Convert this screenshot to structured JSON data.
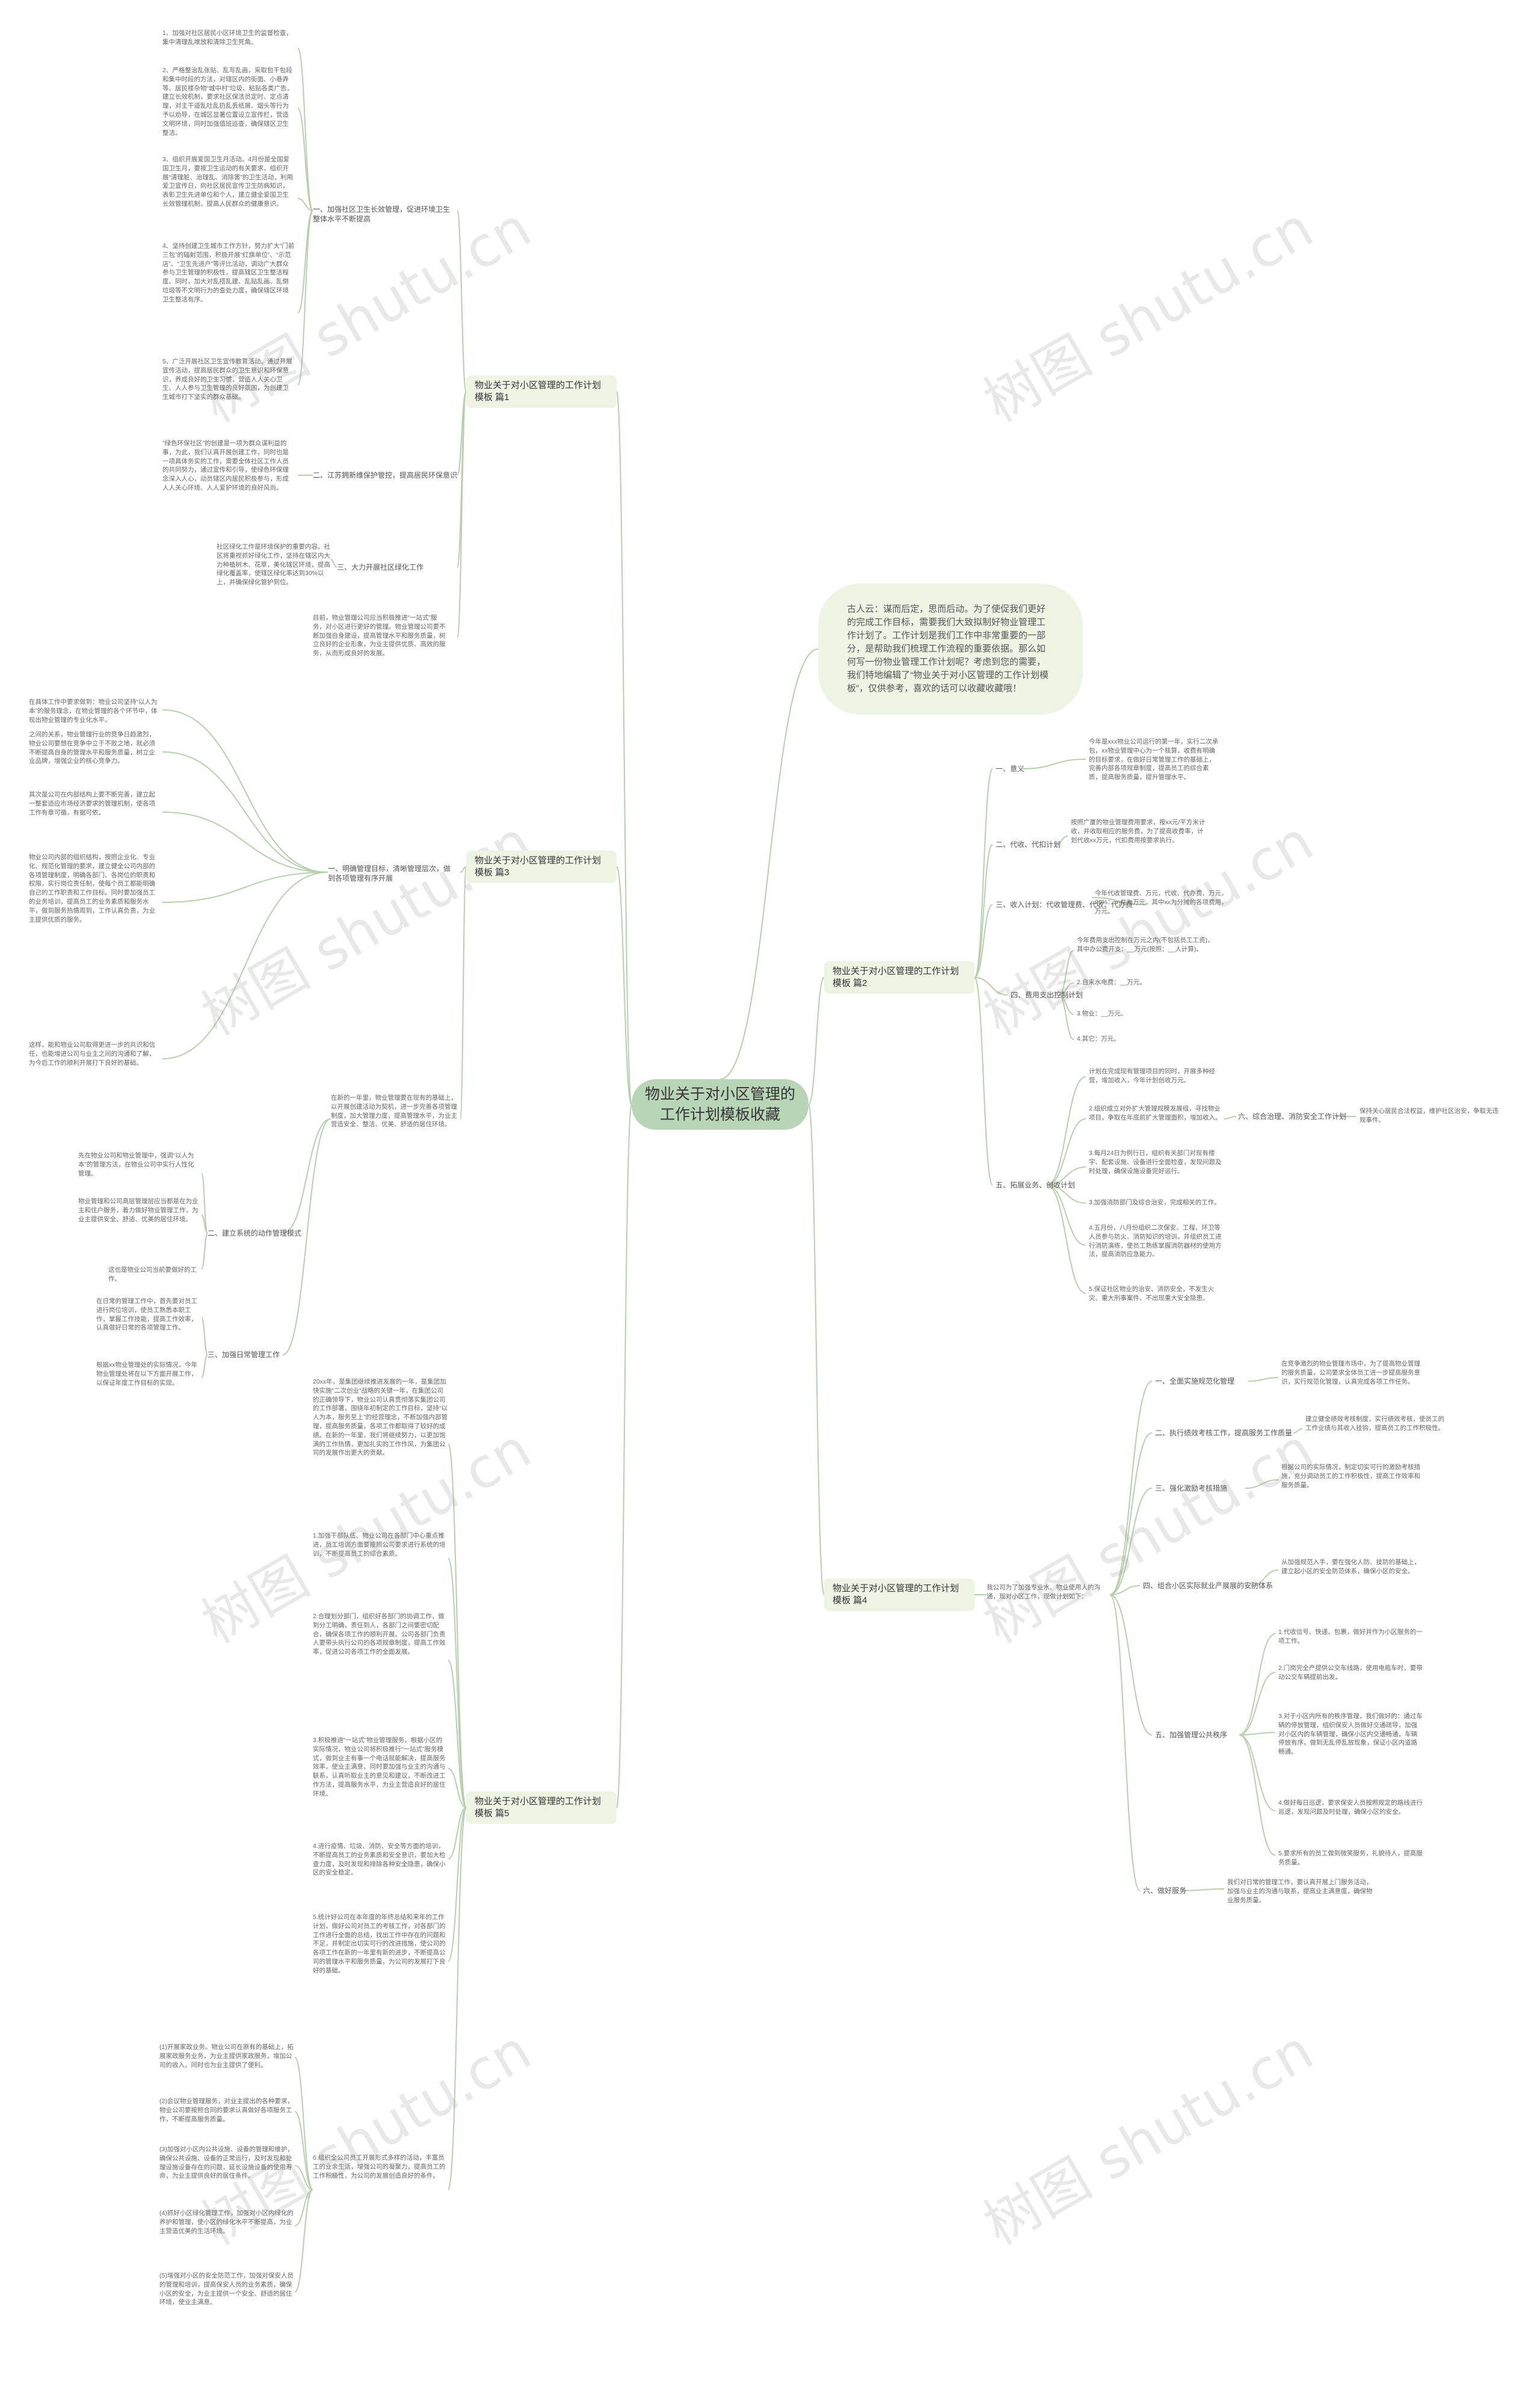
{
  "root": "物业关于对小区管理的工作计划模板收藏",
  "intro": "古人云：谋而后定，思而后动。为了使促我们更好的完成工作目标，需要我们大致拟制好物业管理工作计划了。工作计划是我们工作中非常重要的一部分，是帮助我们梳理工作流程的重要依据。那么如何写一份物业管理工作计划呢？考虑到您的需要，我们特地编辑了“物业关于对小区管理的工作计划模板”，仅供参考，喜欢的话可以收藏收藏哦！",
  "watermark": "树图 shutu.cn",
  "branches": {
    "p1": "物业关于对小区管理的工作计划模板 篇1",
    "p2": "物业关于对小区管理的工作计划模板 篇2",
    "p3": "物业关于对小区管理的工作计划模板 篇3",
    "p4": "物业关于对小区管理的工作计划模板 篇4",
    "p5": "物业关于对小区管理的工作计划模板 篇5"
  },
  "p1": {
    "l1": "一、加强社区卫生长效管理，促进环境卫生整体水平不断提高",
    "l2": "二、江苏拥新维保护管控，提高居民环保意识",
    "l3": "三、大力开展社区绿化工作",
    "t1": "1、加强对社区居民小区环境卫生的监督检查，集中清理乱堆放和清除卫生死角。",
    "t2": "2、严格整治乱张贴、乱写乱画，采取包干包段和集中时段的方法，对辖区内的街面、小巷弄等、居民楼杂物“城中村”垃圾、粘贴各类广告，建立长效机制，要求社区保洁员定时、定点清理，对主干道乱吐乱扔乱丢纸屑、烟头等行为予以劝导，在城区显著位置设立宣传栏，营造文明环境，同时加强值班巡查，确保辖区卫生整洁。",
    "t3": "3、组织开展爱国卫生月活动。4月份是全国爱国卫生月，要按卫生运动的有关要求，组织开展“清理脏、治理乱、消除害”的卫生活动，利用爱卫宣传日，向社区居民宣传卫生防病知识，表彰卫生先进单位和个人，建立健全爱国卫生长效管理机制，提高人民群众的健康意识。",
    "t4": "4、坚持创建卫生城市工作方针，努力扩大“门前三包”的辐射范围，积极开展“红旗单位”、“示范店”、“卫生先进户”等评比活动，调动广大群众参与卫生管理的积极性，提高辖区卫生整洁程度。同时，加大对乱搭乱建、乱贴乱画、乱倒垃圾等不文明行为的查处力度，确保辖区环境卫生整洁有序。",
    "t5": "5、广泛开展社区卫生宣传教育活动。通过开展宣传活动，提高居民群众的卫生意识和环保意识，养成良好的卫生习惯，营造人人关心卫生、人人参与卫生管理的良好氛围，为创建卫生城市打下坚实的群众基础。",
    "t6": "“绿色环保社区”的创建是一项为群众谋利益的事，为此，我们认真开展创建工作，同时也是一项具体务实的工作，需要全体社区工作人员的共同努力，通过宣传和引导，使绿色环保理念深入人心，动员辖区内居民积极参与，形成人人关心环境、人人爱护环境的良好风尚。",
    "t7": "社区绿化工作是环境保护的重要内容。社区将重视抓好绿化工作，坚持在辖区内大力种植树木、花草，美化辖区环境，提高绿化覆盖率，使辖区绿化率达到30%以上，并确保绿化管护到位。",
    "t8": "目前，物业管理公司应当积极推进“一站式”服务，对小区进行更好的管理。物业管理公司要不断加强自身建设，提高管理水平和服务质量，树立良好的企业形象，为业主提供优质、高效的服务，从而形成良好的发展。"
  },
  "p2": {
    "l1": "一、意义",
    "l2": "二、代收、代扣计划",
    "l3": "三、收入计划：代收管理费、代收、代办费",
    "l4": "四、费用支出控制计划",
    "l5": "五、拓展业务、创收计划",
    "l6": "六、综合治理、消防安全工作计划",
    "t1": "今年是xxx物业公司运行的第一年，实行二次承包，xx物业管理中心为一个核算，收费有明确的目标要求，在做好日常管理工作的基础上，完善内部各项规章制度，提高员工的综合素质，提高服务质量，提升管理水平。",
    "t2": "按照广厦的物业管理费用要求，按xx元/平方米计收，并收取相应的服务费，为了提高收费率，计划代收xx万元，代扣费用按要求执行。",
    "t3": "今年代收管理费、万元，代收、代办费、万元，20%：一共为万元，其中xx为分摊的各项费用，万元。",
    "t4": "今年费用支出控制在万元之内(不包括员工工资)，其中办公费开支：__万元(按照：__人计算)。",
    "t5": "2.自来水电费：__万元。",
    "t6": "3.物业：__万元。",
    "t7": "4.其它：万元。",
    "t8": "计划在完成现有管理项目的同时，开展多种经营，增加收入，今年计划创收万元。",
    "t9": "2.组织成立对外扩大管理规模发展组，寻找物业项目，争取在年底前扩大管理面积，增加收入。",
    "t10": "3.每月24日为例行日，组织有关部门对现有楼宇、配套设施、设备进行全面检查，发现问题及时处理，确保设施设备完好运行。",
    "t11": "3.加强消防部门及综合治安，完成相关的工作。",
    "t12": "4.五月份，八月份组织二次保安、工程、环卫等人员参与防火、消防知识的培训，并组织员工进行消防演练，使员工熟练掌握消防器材的使用方法，提高消防应急能力。",
    "t13": "5.保证社区物业的治安、消防安全，不发生火灾、重大刑事案件、不出现重大安全隐患。",
    "t14": "保持关心居民合法权益，维护社区治安，争取无违规事件。"
  },
  "p3": {
    "l1": "一、明确管理目标，清晰管理层次，做到各项管理有序开展",
    "l2": "二、建立系统的动作管理模式",
    "l3": "三、加强日常管理工作",
    "l4": "在新的一年里，物业管理要在现有的基础上，以开展创建活动为契机，进一步完善各项管理制度，加大管理力度，提高管理水平，为业主营造安全、整洁、优美、舒适的居住环境。",
    "t1": "在具体工作中要求做到：物业公司坚持“以人为本”的服务理念，在物业管理的各个环节中，体现出物业管理的专业化水平。",
    "t2": "之间的关系，物业管理行业的竞争日趋激烈，物业公司要想在竞争中立于不败之地，就必须不断提高自身的管理水平和服务质量，树立企业品牌，增强企业的核心竞争力。",
    "t3": "其次是公司在内部结构上要不断完善，建立起一整套适应市场经济要求的管理机制，使各项工作有章可循，有据可依。",
    "t4": "物业公司内部的组织结构，按照企业化、专业化、规范化管理的要求，建立健全公司内部的各项管理制度，明确各部门、各岗位的职责和权限，实行岗位责任制，使每个员工都能明确自己的工作职责和工作目标。同时要加强员工的业务培训，提高员工的业务素质和服务水平，做到服务热情周到，工作认真负责，为业主提供优质的服务。",
    "t5": "这样，能和物业公司取得更进一步的共识和信任，也能增进公司与业主之间的沟通和了解，为今后工作的顺利开展打下良好的基础。",
    "t6": "先在物业公司和物业管理中，强调“以人为本”的管理方法，在物业公司中实行人性化管理。",
    "t7": "物业管理和公司高层管理层应当都是在为业主和住户服务，着力做好物业管理工作，为业主提供安全、舒适、优美的居住环境。",
    "t8": "这也是物业公司当前要做好的工作。",
    "t9": "在日常的管理工作中，首先要对员工进行岗位培训，使员工熟悉本职工作，掌握工作技能，提高工作效率，认真做好日常的各项管理工作。",
    "t10": "根据xx物业管理处的实际情况，今年物业管理处将在以下方面开展工作，以保证年度工作目标的实现。"
  },
  "p4": {
    "intro": "我公司为了加强专业水、物业使用人的沟通，现对小区工作，现做计划如下：",
    "l1": "一、全面实施规范化管理",
    "l2": "二、执行绩效考核工作，提高服务工作质量",
    "l3": "三、强化激励考核措施",
    "l4": "四、组合小区实际就业产展展的安防体系",
    "l5": "五、加强管理公共秩序",
    "l6": "六、做好服务",
    "t1": "在竞争激烈的物业管理市场中，为了提高物业管理的服务质量，公司要求全体员工进一步提高服务意识，实行规范化管理，认真完成各项工作任务。",
    "t2": "建立健全绩效考核制度，实行绩效考核，使员工的工作业绩与其收入挂钩，提高员工的工作积极性。",
    "t3": "根据公司的实际情况，制定切实可行的激励考核措施，充分调动员工的工作积极性，提高工作效率和服务质量。",
    "t4": "从加强规范入手，要在强化人防、技防的基础上，建立起小区的安全防范体系，确保小区的安全。",
    "t5": "1.代收信号、快递、包裹，做好并作为小区服务的一项工作。",
    "t6": "2.门岗完全产提供公交车线路，使用电瓶车时，要带动公交车辆提前出发。",
    "t7": "3.对于小区内所有的秩序管理，我们做好的：通过车辆的停放管理，组织保安人员做好交通疏导，加强对小区内的车辆管理，确保小区内交通畅通，车辆停放有序，做到无乱停乱放现象，保证小区内道路畅通。",
    "t8": "4.做好每日巡逻，要求保安人员按照规定的路线进行巡逻，发现问题及时处理，确保小区的安全。",
    "t9": "5.要求所有的员工做到微笑服务，礼貌待人，提高服务质量。",
    "t10": "我们对日常的管理工作，要认真开展上门服务活动，加强与业主的沟通与联系，提高业主满意度，确保物业服务质量。"
  },
  "p5": {
    "t1": "20xx年，是集团继续推进发展的一年，是集团加快实施“二次创业”战略的关键一年，在集团公司的正确领导下，物业公司认真贯彻落实集团公司的工作部署，围绕年初制定的工作目标，坚持“以人为本，服务至上”的经营理念，不断加强内部管理，提高服务质量，各项工作都取得了较好的成绩。在新的一年里，我们将继续努力，以更加饱满的工作热情，更加扎实的工作作风，为集团公司的发展作出更大的贡献。",
    "t2": "1.加强干部队伍、物业公司在各部门中心重点推进，员工培训方面要按照公司要求进行系统的培训，不断提高员工的综合素质。",
    "t3": "2.合理划分部门，组织好各部门的协调工作，做到分工明确，责任到人，各部门之间要密切配合，确保各项工作的顺利开展。公司各部门负责人要带头执行公司的各项规章制度，提高工作效率，促进公司各项工作的全面发展。",
    "t4": "3.积极推进“一站式”物业管理服务。根据小区的实际情况，物业公司将积极推行“一站式”服务模式，做到业主有事一个电话就能解决，提高服务效率，使业主满意，同时要加强与业主的沟通与联系，认真听取业主的意见和建议，不断改进工作方法，提高服务水平，为业主营造良好的居住环境。",
    "t5": "4.进行疫情、垃圾、消防、安全等方面的培训，不断提高员工的业务素质和安全意识，要加大检查力度，及时发现和排除各种安全隐患，确保小区的安全稳定。",
    "t6": "5.统计好公司在本年度的年终总结和来年的工作计划，做好公司对员工的考核工作，对各部门的工作进行全面的总结，找出工作中存在的问题和不足，并制定出切实可行的改进措施，使公司的各项工作在新的一年里有新的进步，不断提高公司的管理水平和服务质量，为公司的发展打下良好的基础。",
    "t7": "6.组织全公司员工开展形式多样的活动，丰富员工的业余生活，增强公司的凝聚力，提高员工的工作积极性，为公司的发展创造良好的条件。",
    "t8": "(1)开展家政业务。物业公司在原有的基础上，拓展家政服务业务，为业主提供家政服务，增加公司的收入，同时也为业主提供了便利。",
    "t9": "(2)会议物业管理服务，对业主提出的各种要求，物业公司要按照合同的要求认真做好各项服务工作，不断提高服务质量。",
    "t10": "(3)加强对小区内公共设施、设备的管理和维护，确保公共设施、设备的正常运行，及时发现和处理设施设备存在的问题，延长设施设备的使用寿命，为业主提供良好的居住条件。",
    "t11": "(4)抓好小区绿化管理工作，加强对小区内绿化的养护和管理，使小区的绿化水平不断提高，为业主营造优美的生活环境。",
    "t12": "(5)增强对小区的安全防范工作，加强对保安人员的管理和培训，提高保安人员的业务素质，确保小区的安全，为业主提供一个安全、舒适的居住环境，使业主满意。"
  }
}
